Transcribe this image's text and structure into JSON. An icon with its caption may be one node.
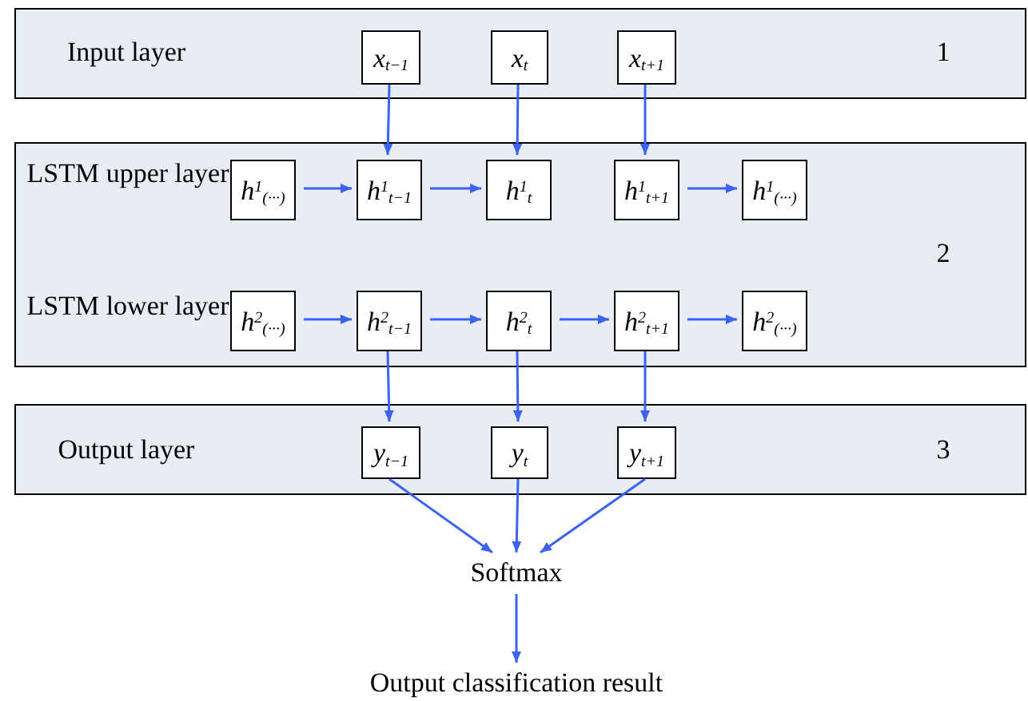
{
  "diagram": {
    "nodes": [
      {
        "text": [
          "Input layer",
          "1"
        ]
      },
      {
        "text": [
          "x$_{t−1}$"
        ],
        "in": 0
      },
      {
        "text": [
          "x$_{t}$"
        ],
        "in": 0
      },
      {
        "text": [
          "x$_{t+1}$"
        ],
        "in": 0
      },
      {
        "text": [
          "LSTM upper layer",
          "LSTM lower layer",
          "2"
        ]
      },
      {
        "text": [
          "h$^{1}$$_{(···)}$"
        ],
        "in": 4
      },
      {
        "text": [
          "h$^{1}$$_{t−1}$"
        ],
        "in": 4
      },
      {
        "text": [
          "h$^{1}$$_{t}$"
        ],
        "in": 4
      },
      {
        "text": [
          "h$^{1}$$_{t+1}$"
        ],
        "in": 4
      },
      {
        "text": [
          "h$^{1}$$_{(···)}$"
        ],
        "in": 4
      },
      {
        "text": [
          "h$^{2}$$_{(···)}$"
        ],
        "in": 4
      },
      {
        "text": [
          "h$^{2}$$_{t−1}$"
        ],
        "in": 4
      },
      {
        "text": [
          "h$^{2}$$_{t}$"
        ],
        "in": 4
      },
      {
        "text": [
          "h$^{2}$$_{t+1}$"
        ],
        "in": 4
      },
      {
        "text": [
          "h$^{2}$$_{(···)}$"
        ],
        "in": 4
      },
      {
        "text": [
          "Output layer",
          "3"
        ]
      },
      {
        "text": [
          "y$_{t−1}$"
        ],
        "in": 15
      },
      {
        "text": [
          "y$_{t}$"
        ],
        "in": 15
      },
      {
        "text": [
          "y$_{t+1}$"
        ],
        "in": 15
      },
      {
        "text": [
          "Softmax"
        ]
      },
      {
        "text": [
          "Output classification result"
        ]
      }
    ],
    "edges": [
      {
        "from": 1,
        "to": 6,
        "arrow": "to"
      },
      {
        "from": 2,
        "to": 7,
        "arrow": "to"
      },
      {
        "from": 3,
        "to": 8,
        "arrow": "to"
      },
      {
        "from": 5,
        "to": 6,
        "arrow": "to"
      },
      {
        "from": 6,
        "to": 7,
        "arrow": "to"
      },
      {
        "from": 8,
        "to": 9,
        "arrow": "to"
      },
      {
        "from": 10,
        "to": 11,
        "arrow": "to"
      },
      {
        "from": 11,
        "to": 12,
        "arrow": "to"
      },
      {
        "from": 12,
        "to": 13,
        "arrow": "to"
      },
      {
        "from": 13,
        "to": 14,
        "arrow": "to"
      },
      {
        "from": 11,
        "to": 16,
        "arrow": "to"
      },
      {
        "from": 12,
        "to": 17,
        "arrow": "to"
      },
      {
        "from": 13,
        "to": 18,
        "arrow": "to"
      },
      {
        "from": 16,
        "to": 19,
        "arrow": "to"
      },
      {
        "from": 17,
        "to": 19,
        "arrow": "to"
      },
      {
        "from": 18,
        "to": 19,
        "arrow": "to"
      },
      {
        "from": 19,
        "to": 20,
        "arrow": "to"
      }
    ]
  }
}
